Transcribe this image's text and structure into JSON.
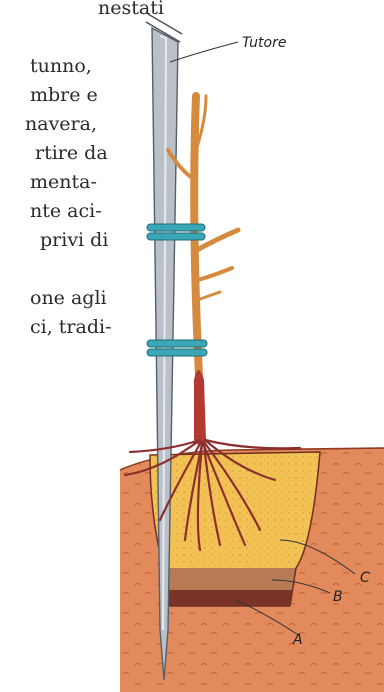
{
  "text_fragments": [
    "nestati",
    "tunno,",
    "mbre e",
    "navera,",
    "rtire da",
    "menta-",
    "nte aci-",
    "privi di",
    "one agli",
    "ci, tradi-"
  ],
  "labels": {
    "stake": "Tutore",
    "layer_c": "C",
    "layer_b": "B",
    "layer_a": "A"
  },
  "colors": {
    "soil": "#e38a5c",
    "soil_dark": "#c9663d",
    "sand_fill": "#f2c255",
    "layer_b": "#b67a55",
    "layer_a": "#7a3329",
    "stake": "#b9c0c8",
    "stem": "#d58a3e",
    "root": "#b23a33",
    "tie": "#3aa6b6"
  }
}
